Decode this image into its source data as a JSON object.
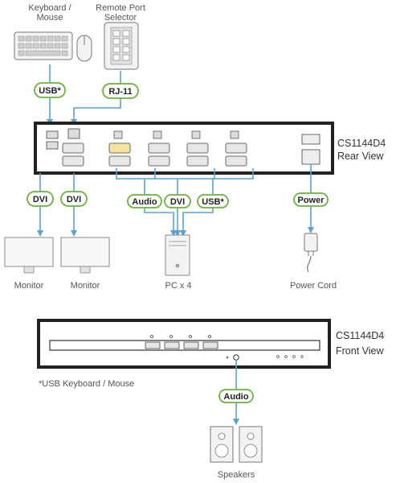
{
  "top_devices": {
    "keyboard_label_line1": "Keyboard /",
    "keyboard_label_line2": "Mouse",
    "selector_label_line1": "Remote Port",
    "selector_label_line2": "Selector"
  },
  "connectors": {
    "usb_top": "USB*",
    "rj11": "RJ-11",
    "dvi_left_1": "DVI",
    "dvi_left_2": "DVI",
    "audio_mid": "Audio",
    "dvi_mid": "DVI",
    "usb_mid": "USB*",
    "power": "Power",
    "audio_bottom": "Audio"
  },
  "rear_panel": {
    "model": "CS1144D4",
    "view": "Rear View"
  },
  "front_panel": {
    "model": "CS1144D4",
    "view": "Front View"
  },
  "devices": {
    "monitor_1": "Monitor",
    "monitor_2": "Monitor",
    "pc": "PC x 4",
    "power_cord": "Power Cord",
    "speakers": "Speakers"
  },
  "footnote": "*USB Keyboard / Mouse",
  "colors": {
    "connector_line": "#5aa2d0",
    "pill_border": "#69b23b",
    "device_box": "#222222"
  }
}
